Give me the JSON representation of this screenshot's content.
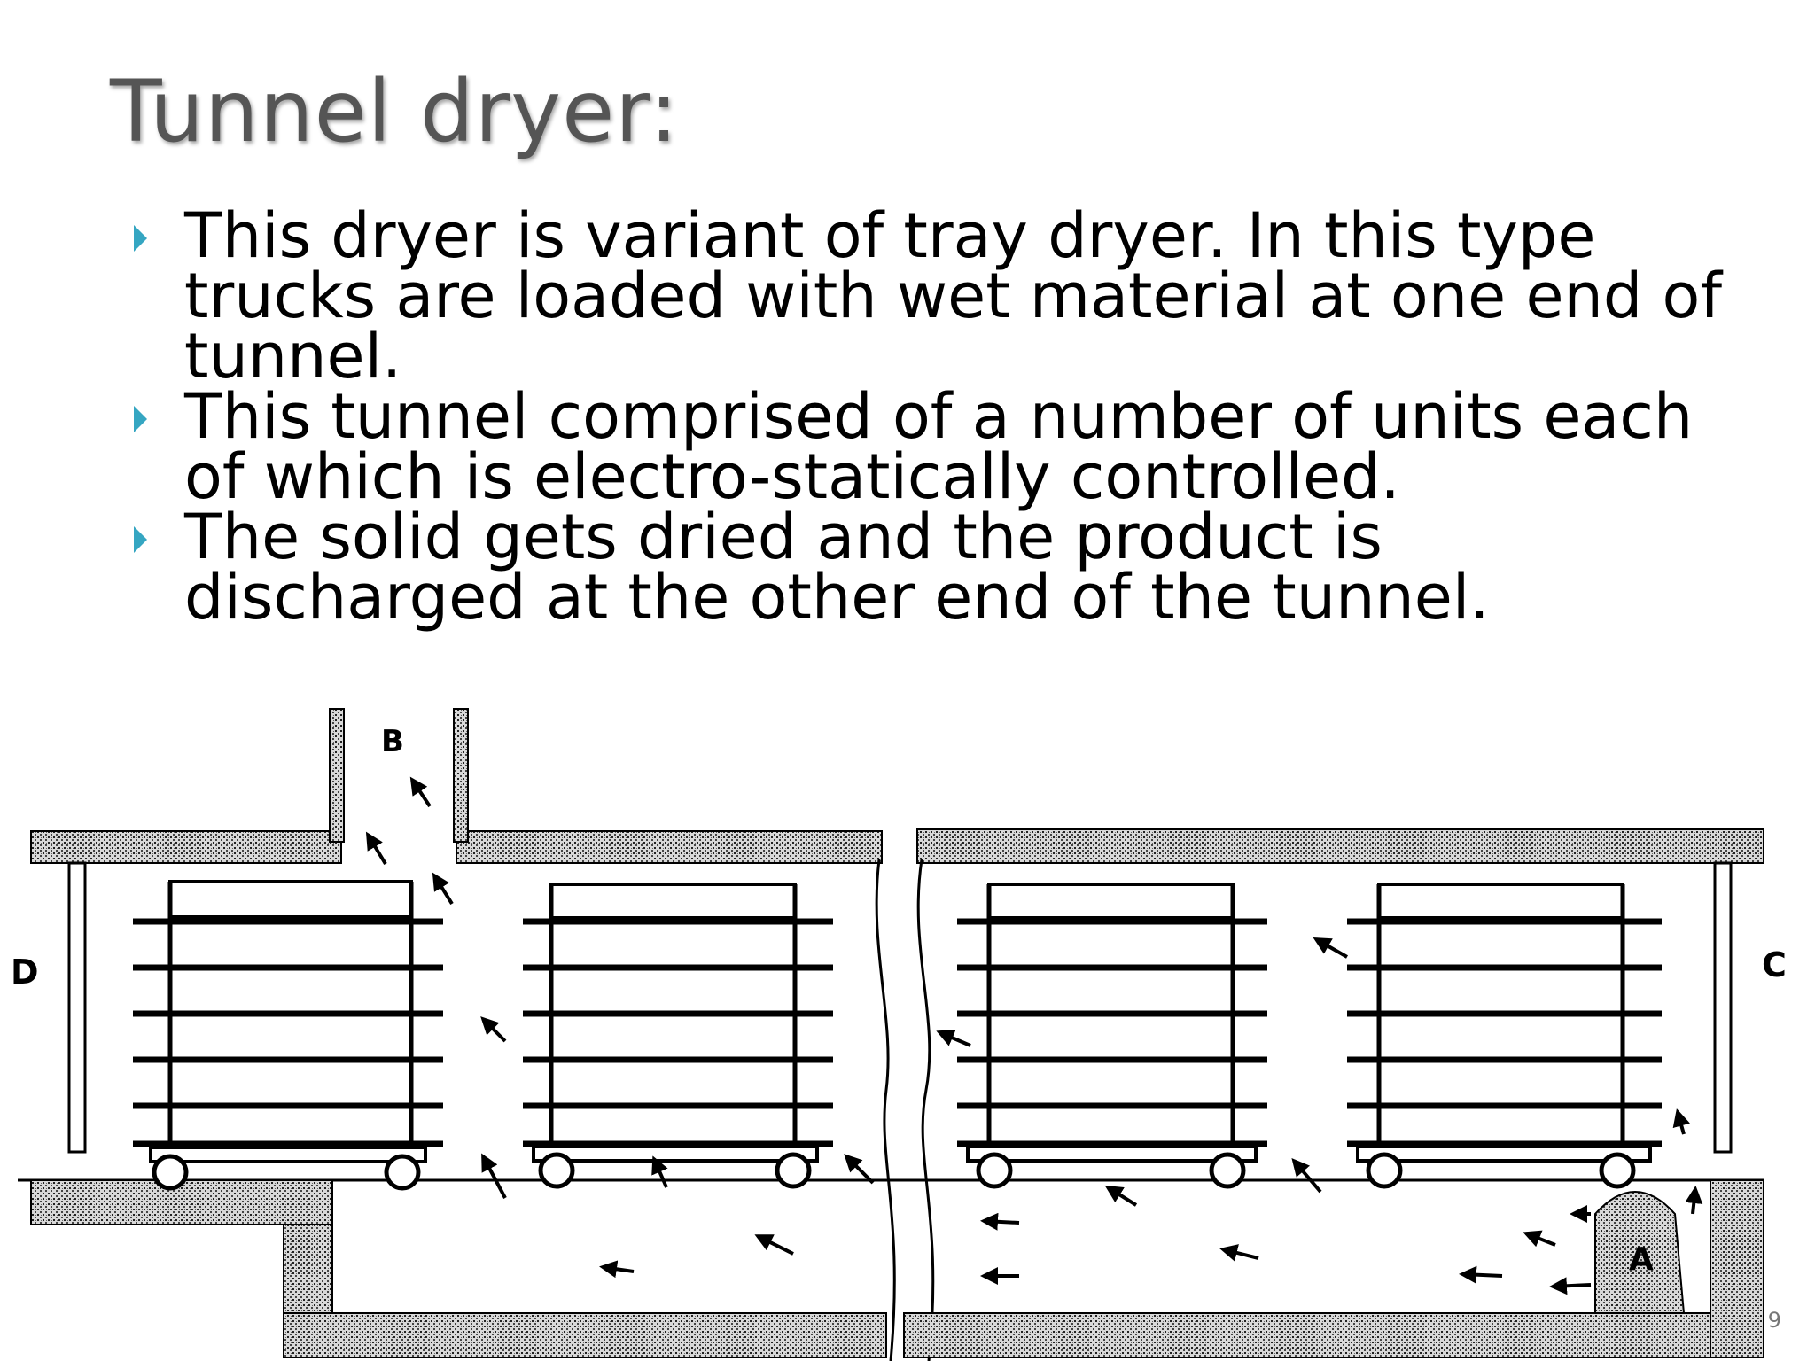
{
  "slide": {
    "title": "Tunnel dryer:",
    "bullets": [
      "This dryer is variant of tray dryer. In this type trucks are loaded with wet material at one end of tunnel.",
      "This tunnel comprised of a number of units each of which is electro-statically controlled.",
      "The solid gets dried and the product is discharged at the other end of the tunnel."
    ],
    "page_number": "9"
  },
  "diagram": {
    "labels": {
      "a": "A",
      "b": "B",
      "c": "C",
      "d": "D"
    }
  }
}
